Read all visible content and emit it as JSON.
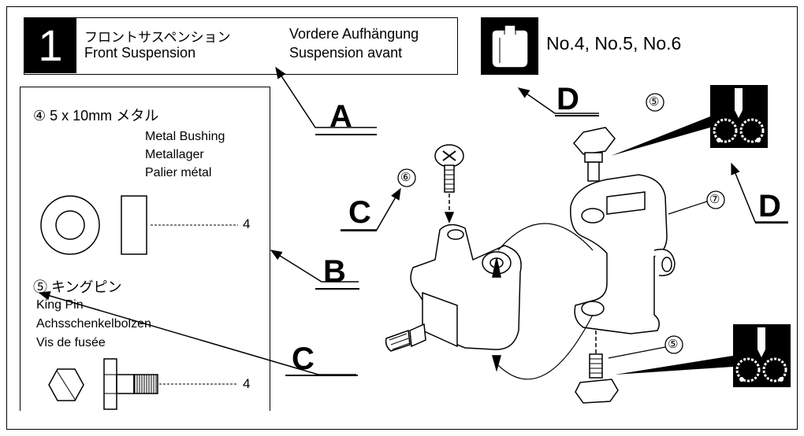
{
  "step": {
    "number": "1",
    "title_jp": "フロントサスペンション",
    "title_en": "Front Suspension",
    "title_de": "Vordere Aufhängung",
    "title_fr": "Suspension avant"
  },
  "tools": "No.4, No.5, No.6",
  "parts": [
    {
      "id": "④",
      "spec": "5 x 10mm",
      "name_jp": "メタル",
      "name_en": "Metal Bushing",
      "name_de": "Metallager",
      "name_fr": "Palier métal",
      "qty": "4"
    },
    {
      "id": "⑤",
      "name_jp": "キングピン",
      "name_en": "King Pin",
      "name_de": "Achsschenkelbolzen",
      "name_fr": "Vis de fusée",
      "qty": "4"
    }
  ],
  "callouts": {
    "A": "A",
    "B": "B",
    "C": "C",
    "D": "D",
    "part5": "⑤",
    "part6": "⑥",
    "part7": "⑦"
  }
}
